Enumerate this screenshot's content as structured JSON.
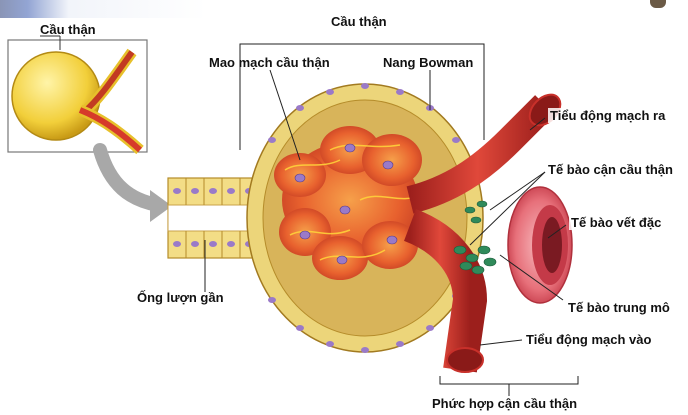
{
  "labels": {
    "inset_title": "Cầu thận",
    "top_title": "Cầu thận",
    "capillary": "Mao mạch cầu thận",
    "bowman": "Nang Bowman",
    "efferent": "Tiểu động mạch ra",
    "juxtaglomerular_cells": "Tế bào cận cầu thận",
    "macula_densa": "Tế bào vết đặc",
    "mesangial": "Tế bào trung mô",
    "afferent": "Tiểu động mạch vào",
    "proximal_tubule": "Ống lượn gần",
    "complex": "Phức hợp cận cầu thận"
  },
  "colors": {
    "capsule_fill": "#d8b45a",
    "capsule_outer": "#ecd57a",
    "capillary_red": "#d9462b",
    "capillary_orange": "#f08a3a",
    "nucleus_purple": "#9a7ac8",
    "artery_red": "#c8302a",
    "green_cells": "#2f8a5a",
    "arrow_gray": "#a8a8a8"
  }
}
